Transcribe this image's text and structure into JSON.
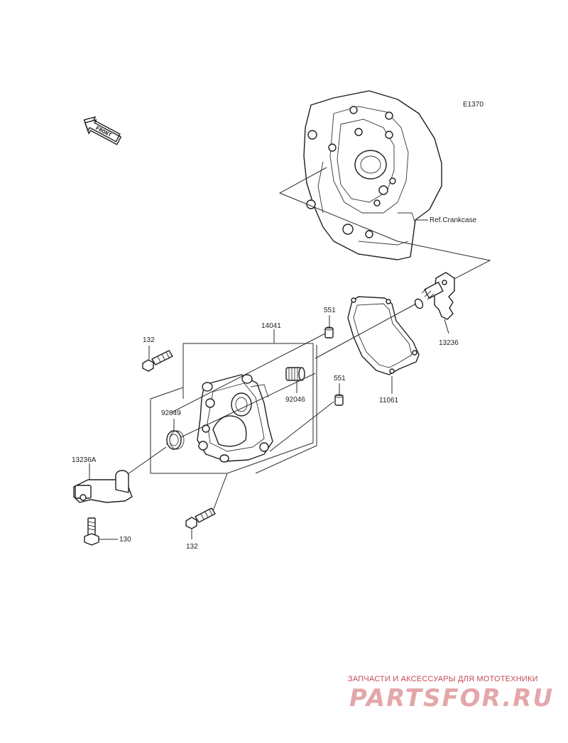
{
  "diagram_code": "E1370",
  "front_arrow_label": "FRONT",
  "ref_label": "Ref.Crankcase",
  "parts": {
    "p14041": "14041",
    "p132_top": "132",
    "p132_bottom": "132",
    "p551_top": "551",
    "p551_mid": "551",
    "p92049": "92049",
    "p92046": "92046",
    "p11061": "11061",
    "p13236": "13236",
    "p13236A": "13236A",
    "p130": "130"
  },
  "watermark": {
    "tagline": "ЗАПЧАСТИ И АКСЕССУАРЫ ДЛЯ МОТОТЕХНИКИ",
    "brand": "PARTSFOR.RU"
  },
  "colors": {
    "line": "#2a2a2a",
    "watermark_text": "#c44a50",
    "watermark_brand": "#e3a7aa"
  }
}
